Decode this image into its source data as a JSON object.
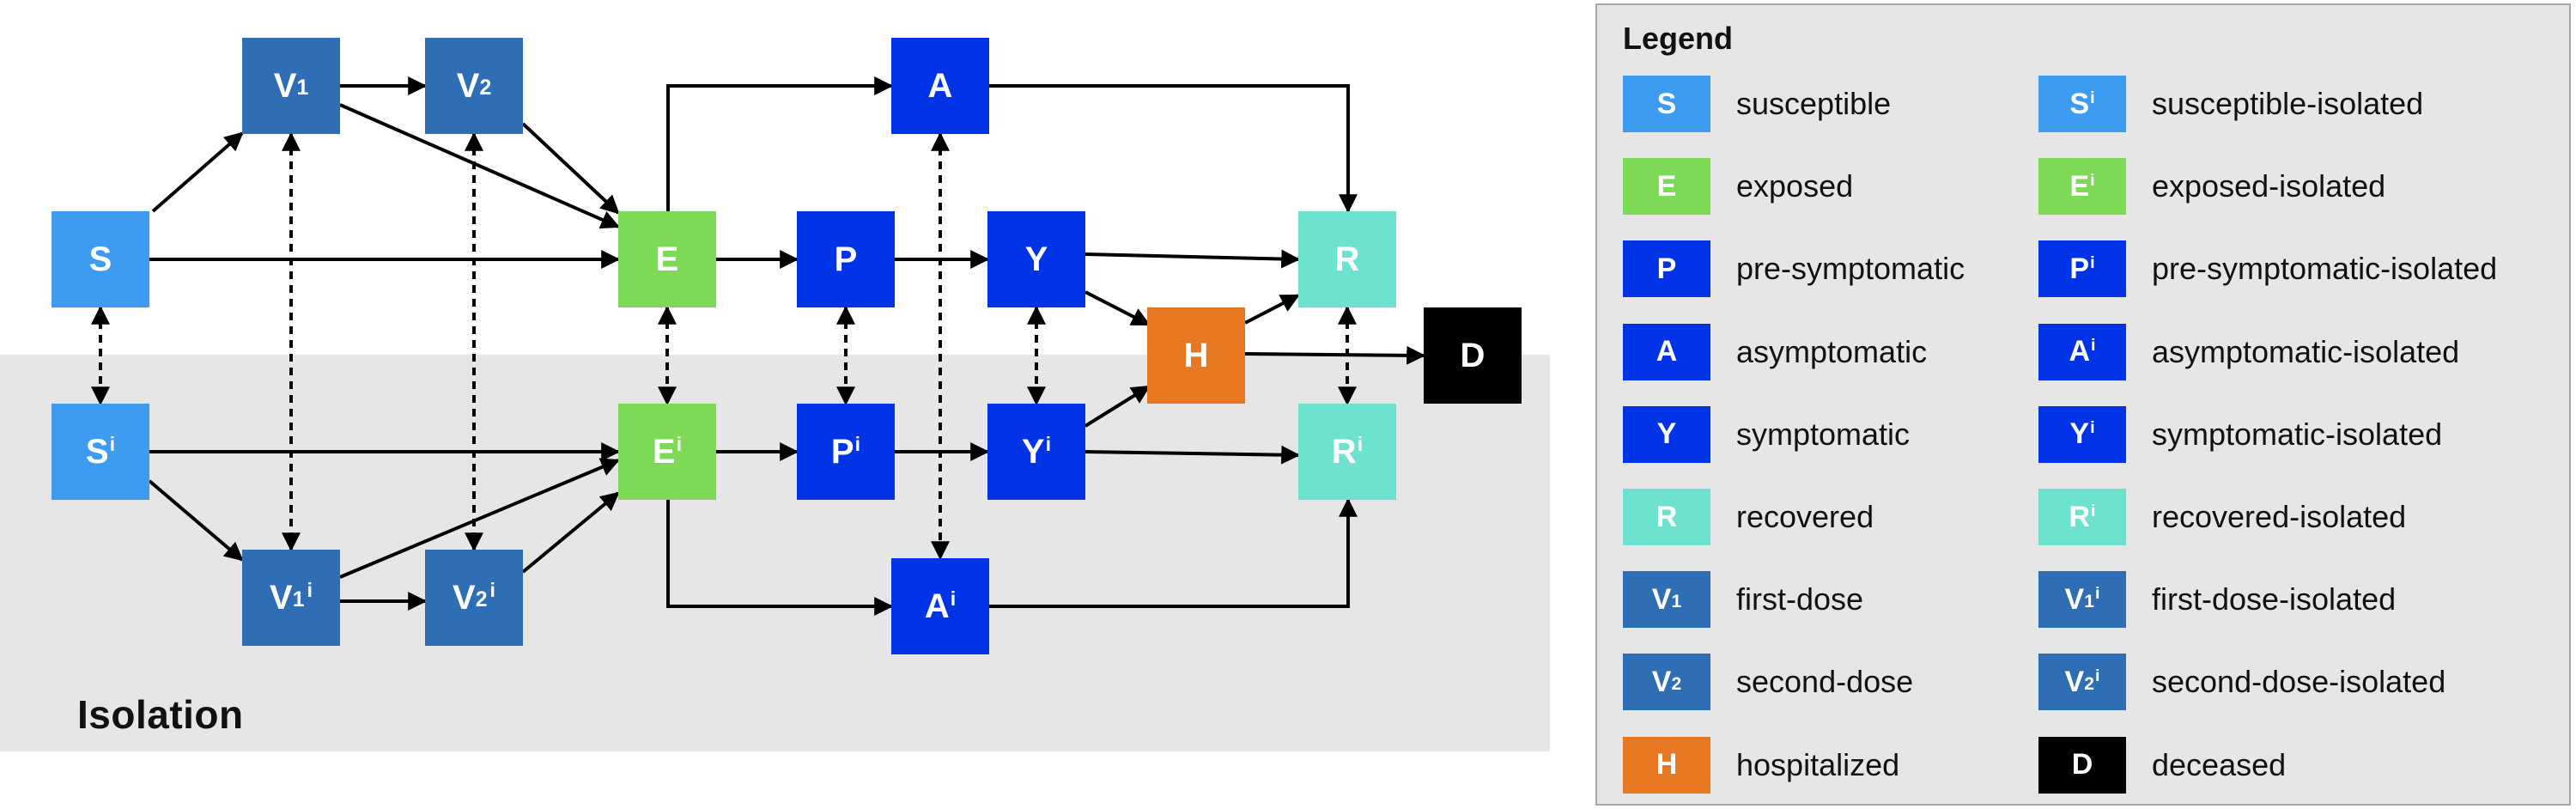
{
  "isolation_label": "Isolation",
  "colors": {
    "susceptible": "#3d9cf0",
    "exposed": "#7ed957",
    "infectious": "#0033e6",
    "recovered": "#6de3cf",
    "vaccinated": "#2f6eb5",
    "hospitalized": "#e87722",
    "deceased": "#000000",
    "isolation_band": "#e6e6e6"
  },
  "nodes": {
    "S": {
      "base": "S",
      "sub": "",
      "iso": false,
      "color": "#3d9cf0"
    },
    "V1": {
      "base": "V",
      "sub": "1",
      "iso": false,
      "color": "#2f6eb5"
    },
    "V2": {
      "base": "V",
      "sub": "2",
      "iso": false,
      "color": "#2f6eb5"
    },
    "E": {
      "base": "E",
      "sub": "",
      "iso": false,
      "color": "#7ed957"
    },
    "A": {
      "base": "A",
      "sub": "",
      "iso": false,
      "color": "#0033e6"
    },
    "P": {
      "base": "P",
      "sub": "",
      "iso": false,
      "color": "#0033e6"
    },
    "Y": {
      "base": "Y",
      "sub": "",
      "iso": false,
      "color": "#0033e6"
    },
    "H": {
      "base": "H",
      "sub": "",
      "iso": false,
      "color": "#e87722"
    },
    "R": {
      "base": "R",
      "sub": "",
      "iso": false,
      "color": "#6de3cf"
    },
    "D": {
      "base": "D",
      "sub": "",
      "iso": false,
      "color": "#000000"
    },
    "Si": {
      "base": "S",
      "sub": "",
      "iso": true,
      "color": "#3d9cf0"
    },
    "V1i": {
      "base": "V",
      "sub": "1",
      "iso": true,
      "color": "#2f6eb5"
    },
    "V2i": {
      "base": "V",
      "sub": "2",
      "iso": true,
      "color": "#2f6eb5"
    },
    "Ei": {
      "base": "E",
      "sub": "",
      "iso": true,
      "color": "#7ed957"
    },
    "Pi": {
      "base": "P",
      "sub": "",
      "iso": true,
      "color": "#0033e6"
    },
    "Yi": {
      "base": "Y",
      "sub": "",
      "iso": true,
      "color": "#0033e6"
    },
    "Ai": {
      "base": "A",
      "sub": "",
      "iso": true,
      "color": "#0033e6"
    },
    "Ri": {
      "base": "R",
      "sub": "",
      "iso": true,
      "color": "#6de3cf"
    }
  },
  "edges": [
    {
      "from": "S",
      "to": "V1"
    },
    {
      "from": "V1",
      "to": "V2"
    },
    {
      "from": "V1",
      "to": "E"
    },
    {
      "from": "V2",
      "to": "E"
    },
    {
      "from": "S",
      "to": "E"
    },
    {
      "from": "E",
      "to": "A"
    },
    {
      "from": "E",
      "to": "P"
    },
    {
      "from": "P",
      "to": "Y"
    },
    {
      "from": "A",
      "to": "R"
    },
    {
      "from": "Y",
      "to": "R"
    },
    {
      "from": "Y",
      "to": "H"
    },
    {
      "from": "H",
      "to": "R"
    },
    {
      "from": "H",
      "to": "D"
    },
    {
      "from": "Si",
      "to": "V1i"
    },
    {
      "from": "V1i",
      "to": "V2i"
    },
    {
      "from": "V1i",
      "to": "Ei"
    },
    {
      "from": "V2i",
      "to": "Ei"
    },
    {
      "from": "Si",
      "to": "Ei"
    },
    {
      "from": "Ei",
      "to": "Pi"
    },
    {
      "from": "Ei",
      "to": "Ai"
    },
    {
      "from": "Pi",
      "to": "Yi"
    },
    {
      "from": "Yi",
      "to": "H"
    },
    {
      "from": "Yi",
      "to": "Ri"
    },
    {
      "from": "Ai",
      "to": "Ri"
    },
    {
      "from": "S",
      "to": "Si",
      "dashed": true
    },
    {
      "from": "V1",
      "to": "V1i",
      "dashed": true
    },
    {
      "from": "V2",
      "to": "V2i",
      "dashed": true
    },
    {
      "from": "E",
      "to": "Ei",
      "dashed": true
    },
    {
      "from": "P",
      "to": "Pi",
      "dashed": true
    },
    {
      "from": "Y",
      "to": "Yi",
      "dashed": true
    },
    {
      "from": "A",
      "to": "Ai",
      "dashed": true
    },
    {
      "from": "R",
      "to": "Ri",
      "dashed": true
    }
  ],
  "legend": {
    "title": "Legend",
    "left": [
      {
        "node": "S",
        "label": "susceptible"
      },
      {
        "node": "E",
        "label": "exposed"
      },
      {
        "node": "P",
        "label": "pre-symptomatic"
      },
      {
        "node": "A",
        "label": "asymptomatic"
      },
      {
        "node": "Y",
        "label": "symptomatic"
      },
      {
        "node": "R",
        "label": "recovered"
      },
      {
        "node": "V1",
        "label": "first-dose"
      },
      {
        "node": "V2",
        "label": "second-dose"
      },
      {
        "node": "H",
        "label": "hospitalized"
      }
    ],
    "right": [
      {
        "node": "Si",
        "label": "susceptible-isolated"
      },
      {
        "node": "Ei",
        "label": "exposed-isolated"
      },
      {
        "node": "Pi",
        "label": "pre-symptomatic-isolated"
      },
      {
        "node": "Ai",
        "label": "asymptomatic-isolated"
      },
      {
        "node": "Yi",
        "label": "symptomatic-isolated"
      },
      {
        "node": "Ri",
        "label": "recovered-isolated"
      },
      {
        "node": "V1i",
        "label": "first-dose-isolated"
      },
      {
        "node": "V2i",
        "label": "second-dose-isolated"
      },
      {
        "node": "D",
        "label": "deceased"
      }
    ]
  }
}
